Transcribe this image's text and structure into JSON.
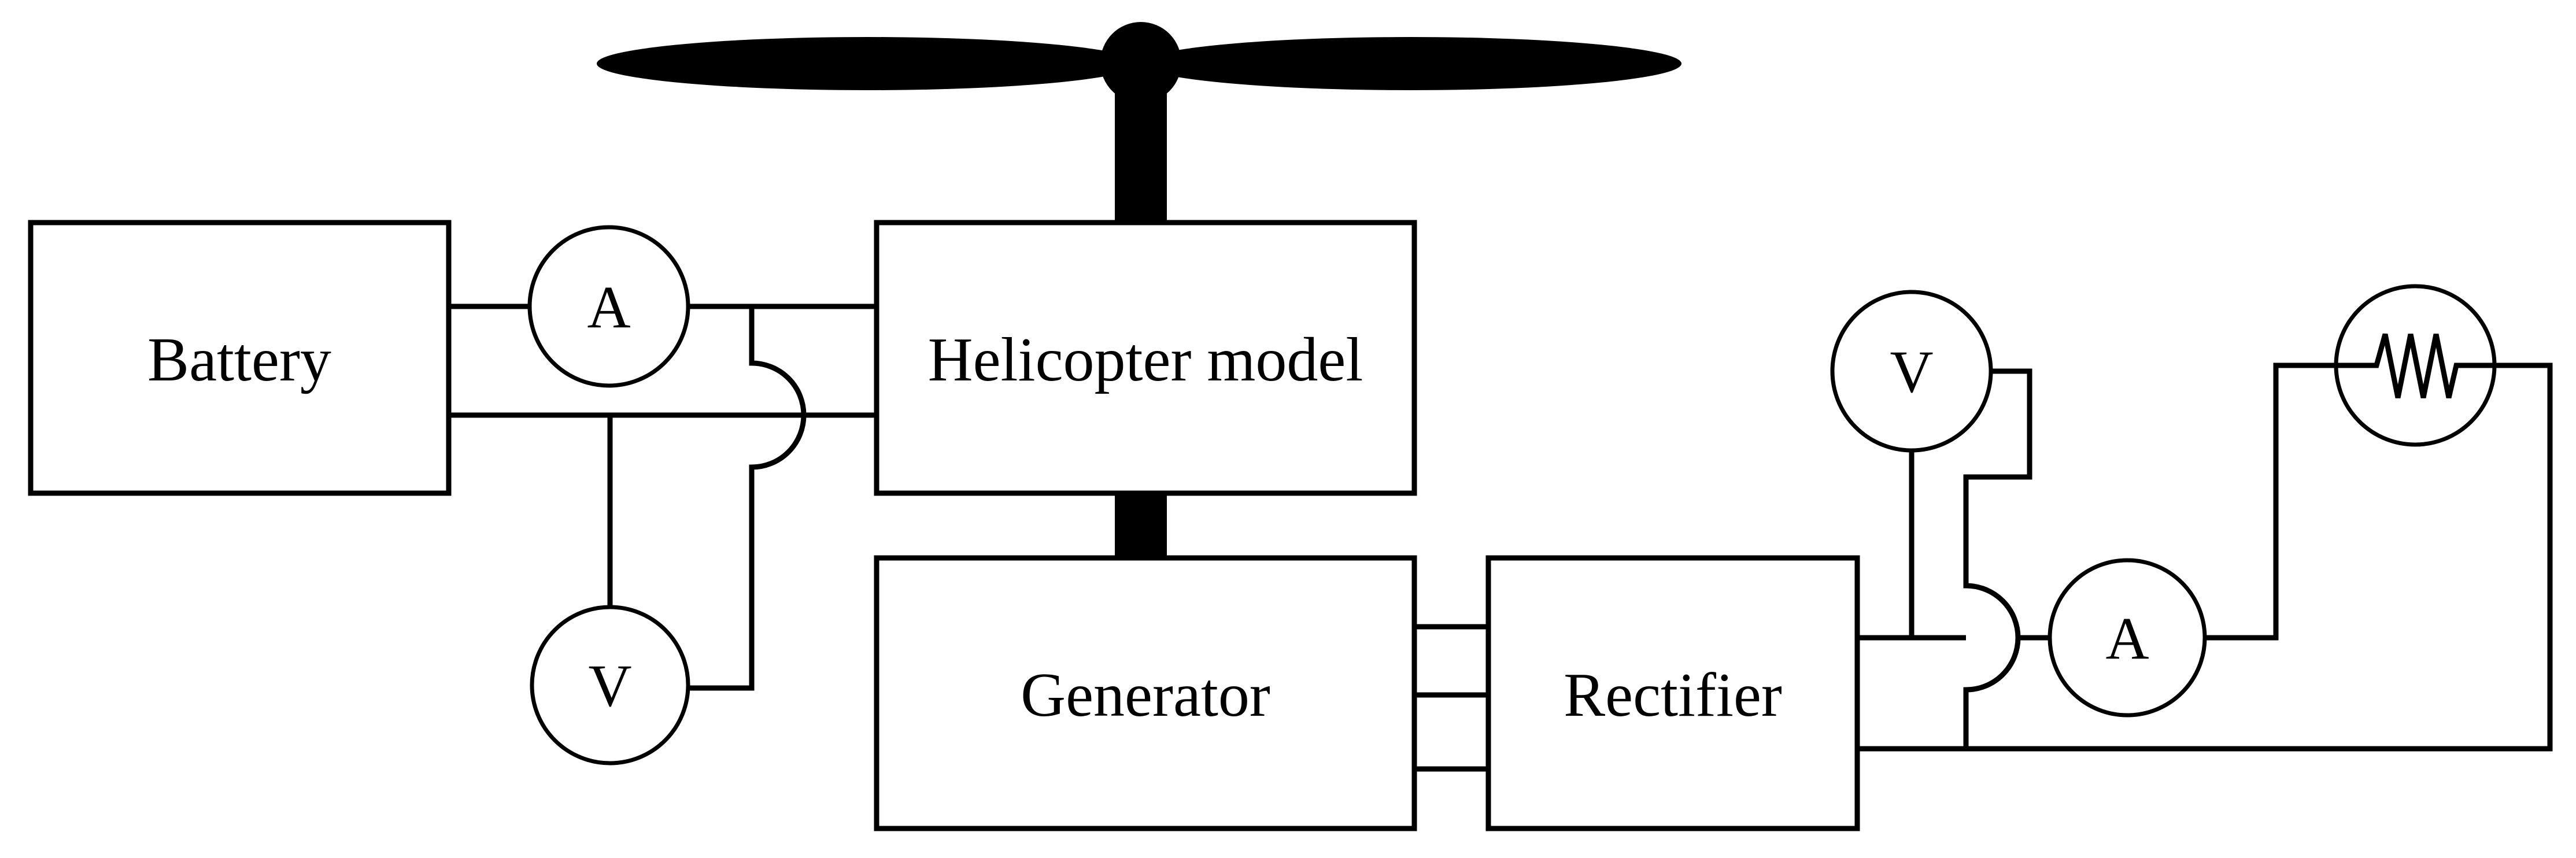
{
  "blocks": {
    "battery": "Battery",
    "helicopter": "Helicopter model",
    "generator": "Generator",
    "rectifier": "Rectifier"
  },
  "meters": {
    "battery_ammeter": "A",
    "battery_voltmeter": "V",
    "output_voltmeter": "V",
    "output_ammeter": "A"
  },
  "colors": {
    "ink": "#000000",
    "background": "#ffffff"
  },
  "icons": {
    "rotor": "rotor-blades-icon",
    "load": "resistor-icon"
  }
}
